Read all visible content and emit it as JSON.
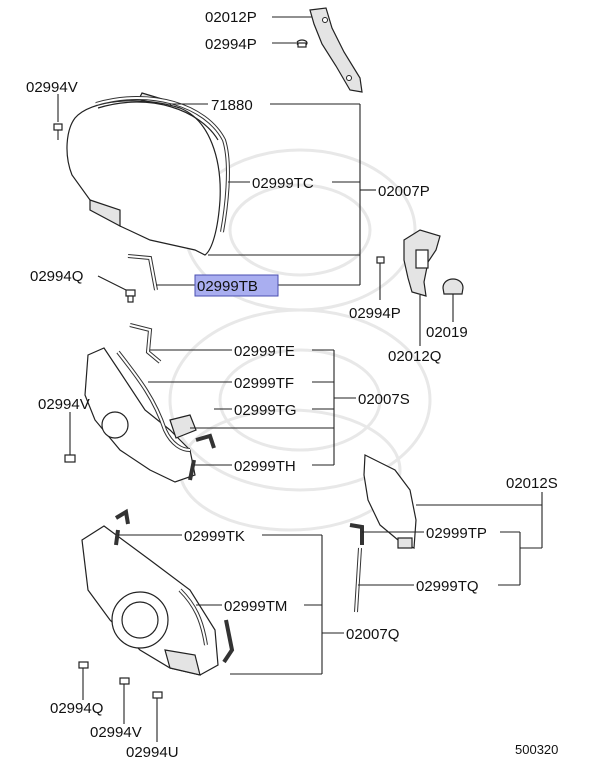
{
  "labels": {
    "p02012P": "02012P",
    "p02994P_top": "02994P",
    "p02994V_top": "02994V",
    "p71880": "71880",
    "p02999TC": "02999TC",
    "p02007P": "02007P",
    "p02994Q_mid": "02994Q",
    "p02999TB": "02999TB",
    "p02994P_mid": "02994P",
    "p02019": "02019",
    "p02012Q": "02012Q",
    "p02999TE": "02999TE",
    "p02999TF": "02999TF",
    "p02994V_mid": "02994V",
    "p02999TG": "02999TG",
    "p02007S": "02007S",
    "p02999TH": "02999TH",
    "p02012S": "02012S",
    "p02999TK": "02999TK",
    "p02999TP": "02999TP",
    "p02999TQ": "02999TQ",
    "p02999TM": "02999TM",
    "p02007Q": "02007Q",
    "p02994Q_bot": "02994Q",
    "p02994V_bot": "02994V",
    "p02994U": "02994U",
    "diagram_id": "500320"
  },
  "highlight_color": "#a9aef0"
}
